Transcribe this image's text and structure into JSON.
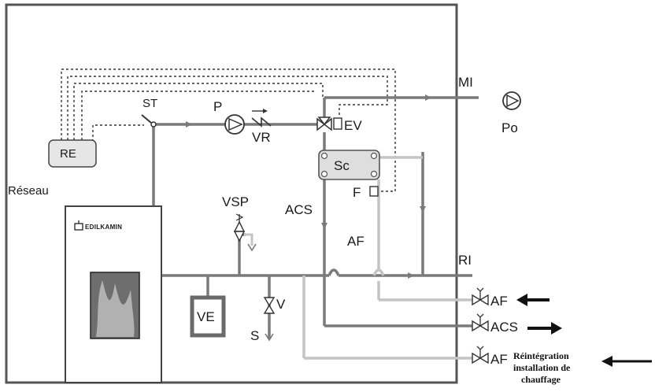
{
  "labels": {
    "mi": "MI",
    "st": "ST",
    "p": "P",
    "vr": "VR",
    "ev": "EV",
    "po": "Po",
    "re": "RE",
    "reseau": "Réseau",
    "sc": "Sc",
    "f": "F",
    "vsp": "VSP",
    "acs_main": "ACS",
    "af_main": "AF",
    "ri": "RI",
    "ve": "VE",
    "v": "V",
    "s": "S",
    "af_out1": "AF",
    "acs_out": "ACS",
    "af_out2": "AF"
  },
  "brand": "EDILKAMIN",
  "note": {
    "line1": "Réintégration",
    "line2": "installation de",
    "line3": "chauffage"
  },
  "colors": {
    "pipe_dark": "#7a7a7a",
    "pipe_light": "#c4c4c4",
    "frame": "#555555",
    "control_line": "#333333",
    "text": "#1a1a1a"
  }
}
